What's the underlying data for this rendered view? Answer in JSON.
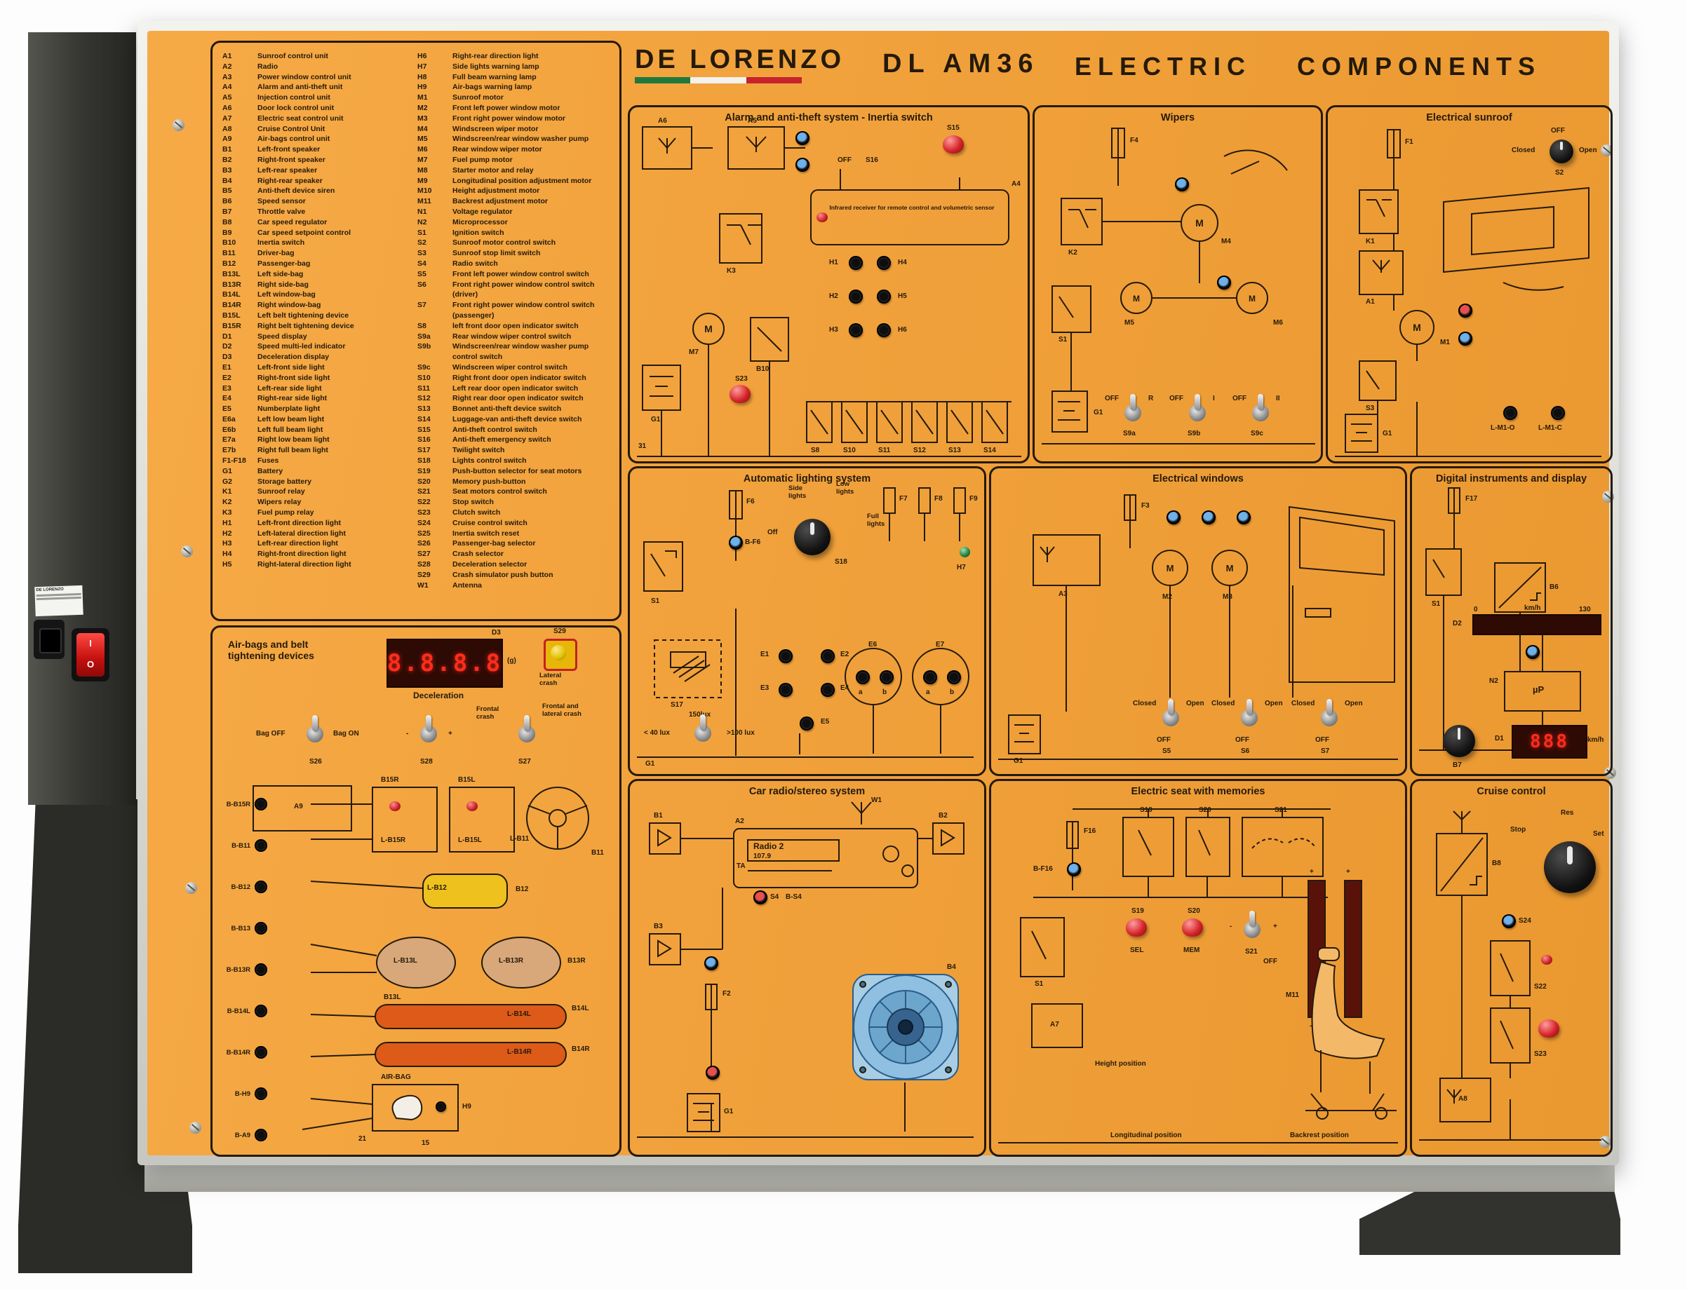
{
  "header": {
    "brand": "DE LORENZO",
    "model": "DL AM36",
    "title": "ELECTRIC COMPONENTS"
  },
  "legend": {
    "left": [
      {
        "code": "A1",
        "desc": "Sunroof control unit"
      },
      {
        "code": "A2",
        "desc": "Radio"
      },
      {
        "code": "A3",
        "desc": "Power window control unit"
      },
      {
        "code": "A4",
        "desc": "Alarm and anti-theft unit"
      },
      {
        "code": "A5",
        "desc": "Injection control unit"
      },
      {
        "code": "A6",
        "desc": "Door lock control unit"
      },
      {
        "code": "A7",
        "desc": "Electric seat control unit"
      },
      {
        "code": "A8",
        "desc": "Cruise Control Unit"
      },
      {
        "code": "A9",
        "desc": "Air-bags control unit"
      },
      {
        "code": "B1",
        "desc": "Left-front speaker"
      },
      {
        "code": "B2",
        "desc": "Right-front speaker"
      },
      {
        "code": "B3",
        "desc": "Left-rear speaker"
      },
      {
        "code": "B4",
        "desc": "Right-rear speaker"
      },
      {
        "code": "B5",
        "desc": "Anti-theft device siren"
      },
      {
        "code": "B6",
        "desc": "Speed sensor"
      },
      {
        "code": "B7",
        "desc": "Throttle valve"
      },
      {
        "code": "B8",
        "desc": "Car speed regulator"
      },
      {
        "code": "B9",
        "desc": "Car speed setpoint control"
      },
      {
        "code": "B10",
        "desc": "Inertia switch"
      },
      {
        "code": "B11",
        "desc": "Driver-bag"
      },
      {
        "code": "B12",
        "desc": "Passenger-bag"
      },
      {
        "code": "B13L",
        "desc": "Left side-bag"
      },
      {
        "code": "B13R",
        "desc": "Right side-bag"
      },
      {
        "code": "B14L",
        "desc": "Left window-bag"
      },
      {
        "code": "B14R",
        "desc": "Right window-bag"
      },
      {
        "code": "B15L",
        "desc": "Left belt tightening device"
      },
      {
        "code": "B15R",
        "desc": "Right belt tightening device"
      },
      {
        "code": "D1",
        "desc": "Speed display"
      },
      {
        "code": "D2",
        "desc": "Speed multi-led indicator"
      },
      {
        "code": "D3",
        "desc": "Deceleration display"
      },
      {
        "code": "E1",
        "desc": "Left-front side light"
      },
      {
        "code": "E2",
        "desc": "Right-front side light"
      },
      {
        "code": "E3",
        "desc": "Left-rear side light"
      },
      {
        "code": "E4",
        "desc": "Right-rear side light"
      },
      {
        "code": "E5",
        "desc": "Numberplate light"
      },
      {
        "code": "E6a",
        "desc": "Left low beam light"
      },
      {
        "code": "E6b",
        "desc": "Left full beam light"
      },
      {
        "code": "E7a",
        "desc": "Right low beam light"
      },
      {
        "code": "E7b",
        "desc": "Right full beam light"
      },
      {
        "code": "F1-F18",
        "desc": "Fuses"
      },
      {
        "code": "G1",
        "desc": "Battery"
      },
      {
        "code": "G2",
        "desc": "Storage battery"
      },
      {
        "code": "K1",
        "desc": "Sunroof relay"
      },
      {
        "code": "K2",
        "desc": "Wipers relay"
      },
      {
        "code": "K3",
        "desc": "Fuel pump relay"
      },
      {
        "code": "H1",
        "desc": "Left-front direction light"
      },
      {
        "code": "H2",
        "desc": "Left-lateral direction light"
      },
      {
        "code": "H3",
        "desc": "Left-rear direction light"
      },
      {
        "code": "H4",
        "desc": "Right-front direction light"
      },
      {
        "code": "H5",
        "desc": "Right-lateral direction light"
      }
    ],
    "right": [
      {
        "code": "H6",
        "desc": "Right-rear direction light"
      },
      {
        "code": "H7",
        "desc": "Side lights warning lamp"
      },
      {
        "code": "H8",
        "desc": "Full beam warning lamp"
      },
      {
        "code": "H9",
        "desc": "Air-bags warning lamp"
      },
      {
        "code": "M1",
        "desc": "Sunroof motor"
      },
      {
        "code": "M2",
        "desc": "Front left power window motor"
      },
      {
        "code": "M3",
        "desc": "Front right power window motor"
      },
      {
        "code": "M4",
        "desc": "Windscreen wiper motor"
      },
      {
        "code": "M5",
        "desc": "Windscreen/rear window washer pump"
      },
      {
        "code": "M6",
        "desc": "Rear window wiper motor"
      },
      {
        "code": "M7",
        "desc": "Fuel pump motor"
      },
      {
        "code": "M8",
        "desc": "Starter motor and relay"
      },
      {
        "code": "M9",
        "desc": "Longitudinal position adjustment motor"
      },
      {
        "code": "M10",
        "desc": "Height adjustment motor"
      },
      {
        "code": "M11",
        "desc": "Backrest adjustment motor"
      },
      {
        "code": "N1",
        "desc": "Voltage regulator"
      },
      {
        "code": "N2",
        "desc": "Microprocessor"
      },
      {
        "code": "S1",
        "desc": "Ignition switch"
      },
      {
        "code": "S2",
        "desc": "Sunroof motor control switch"
      },
      {
        "code": "S3",
        "desc": "Sunroof stop limit switch"
      },
      {
        "code": "S4",
        "desc": "Radio switch"
      },
      {
        "code": "S5",
        "desc": "Front left power window control switch"
      },
      {
        "code": "S6",
        "desc": "Front right power window control switch (driver)"
      },
      {
        "code": "S7",
        "desc": "Front right power window control switch (passenger)"
      },
      {
        "code": "S8",
        "desc": "left front door open indicator switch"
      },
      {
        "code": "S9a",
        "desc": "Rear window wiper control switch"
      },
      {
        "code": "S9b",
        "desc": "Windscreen/rear window washer pump control switch"
      },
      {
        "code": "S9c",
        "desc": "Windscreen wiper control switch"
      },
      {
        "code": "S10",
        "desc": "Right front door open indicator switch"
      },
      {
        "code": "S11",
        "desc": "Left rear door open indicator switch"
      },
      {
        "code": "S12",
        "desc": "Right rear door open indicator switch"
      },
      {
        "code": "S13",
        "desc": "Bonnet anti-theft device switch"
      },
      {
        "code": "S14",
        "desc": "Luggage-van anti-theft device switch"
      },
      {
        "code": "S15",
        "desc": "Anti-theft control switch"
      },
      {
        "code": "S16",
        "desc": "Anti-theft emergency switch"
      },
      {
        "code": "S17",
        "desc": "Twilight switch"
      },
      {
        "code": "S18",
        "desc": "Lights control switch"
      },
      {
        "code": "S19",
        "desc": "Push-button selector for seat motors"
      },
      {
        "code": "S20",
        "desc": "Memory push-button"
      },
      {
        "code": "S21",
        "desc": "Seat motors control switch"
      },
      {
        "code": "S22",
        "desc": "Stop switch"
      },
      {
        "code": "S23",
        "desc": "Clutch switch"
      },
      {
        "code": "S24",
        "desc": "Cruise control switch"
      },
      {
        "code": "S25",
        "desc": "Inertia switch reset"
      },
      {
        "code": "S26",
        "desc": "Passenger-bag selector"
      },
      {
        "code": "S27",
        "desc": "Crash selector"
      },
      {
        "code": "S28",
        "desc": "Deceleration selector"
      },
      {
        "code": "S29",
        "desc": "Crash simulator push button"
      },
      {
        "code": "W1",
        "desc": "Antenna"
      }
    ]
  },
  "airbags": {
    "title": "Air-bags and belt tightening devices",
    "display_value": "8.8.8.8",
    "labels": {
      "d3": "D3",
      "g_unit": "(g)",
      "deceleration": "Deceleration",
      "s29": "S29",
      "lateral": "Lateral crash",
      "bag_off": "Bag OFF",
      "bag_on": "Bag ON",
      "s26": "S26",
      "minus": "-",
      "plus": "+",
      "s28": "S28",
      "frontal": "Frontal crash",
      "frontal_lateral": "Frontal and lateral crash",
      "s27": "S27",
      "a9": "A9",
      "b15r": "B15R",
      "b15l": "B15L",
      "lb15r": "L-B15R",
      "lb15l": "L-B15L",
      "b11": "B11",
      "lb11": "L-B11",
      "b12": "B12",
      "lb12": "L-B12",
      "b13l": "B13L",
      "lb13l": "L-B13L",
      "b13r": "B13R",
      "lb13r": "L-B13R",
      "b14l": "B14L",
      "lb14l": "L-B14L",
      "b14r": "B14R",
      "lb14r": "L-B14R",
      "airbag": "AIR-BAG",
      "h9": "H9",
      "t21": "21",
      "t15": "15"
    },
    "jacks": [
      {
        "code": "B-B15R"
      },
      {
        "code": "B-B11"
      },
      {
        "code": "B-B12"
      },
      {
        "code": "B-B13"
      },
      {
        "code": "B-B13R"
      },
      {
        "code": "B-B14L"
      },
      {
        "code": "B-B14R"
      },
      {
        "code": "B-H9"
      },
      {
        "code": "B-A9"
      }
    ]
  },
  "sections": {
    "alarm": {
      "title": "Alarm and anti-theft system - Inertia switch",
      "labels": {
        "a6": "A6",
        "a5": "A5",
        "a4": "A4",
        "s15": "S15",
        "off": "OFF",
        "s16": "S16",
        "k3": "K3",
        "m": "M",
        "m7": "M7",
        "b10": "B10",
        "s23": "S23",
        "g1": "G1",
        "gnd": "31",
        "h1": "H1",
        "h2": "H2",
        "h3": "H3",
        "h4": "H4",
        "h5": "H5",
        "h6": "H6",
        "s8": "S8",
        "s10": "S10",
        "s11": "S11",
        "s12": "S12",
        "s13": "S13",
        "s14": "S14",
        "infrared": "Infrared receiver for remote control and volumetric sensor"
      }
    },
    "wipers": {
      "title": "Wipers",
      "labels": {
        "f4": "F4",
        "k2": "K2",
        "s1": "S1",
        "g1": "G1",
        "m": "M",
        "m4": "M4",
        "m5": "M5",
        "m6": "M6",
        "off": "OFF",
        "r": "R",
        "i": "I",
        "ii": "II",
        "s9a": "S9a",
        "s9b": "S9b",
        "s9c": "S9c"
      }
    },
    "sunroof": {
      "title": "Electrical sunroof",
      "labels": {
        "f1": "F1",
        "off": "OFF",
        "closed": "Closed",
        "open": "Open",
        "s2": "S2",
        "k1": "K1",
        "a1": "A1",
        "m": "M",
        "m1": "M1",
        "s3": "S3",
        "g1": "G1",
        "lm1o": "L-M1-O",
        "lm1c": "L-M1-C"
      }
    },
    "lighting": {
      "title": "Automatic lighting system",
      "labels": {
        "s1": "S1",
        "f6": "F6",
        "bf6": "B-F6",
        "off": "Off",
        "side": "Side lights",
        "low": "Low lights",
        "full": "Full lights",
        "s18": "S18",
        "f7": "F7",
        "f8": "F8",
        "f9": "F9",
        "h7": "H7",
        "s17": "S17",
        "lux_mid": "150lux",
        "lux_lo": "< 40 lux",
        "lux_hi": ">100 lux",
        "e1": "E1",
        "e2": "E2",
        "e3": "E3",
        "e4": "E4",
        "e5": "E5",
        "e6": "E6",
        "e7": "E7",
        "a": "a",
        "b": "b",
        "g1": "G1"
      }
    },
    "windows": {
      "title": "Electrical windows",
      "labels": {
        "a3": "A3",
        "f3": "F3",
        "m": "M",
        "m2": "M2",
        "m3": "M3",
        "closed": "Closed",
        "open": "Open",
        "off": "OFF",
        "s5": "S5",
        "s6": "S6",
        "s7": "S7",
        "g1": "G1"
      }
    },
    "digital": {
      "title": "Digital instruments and display",
      "d1_value": "888",
      "labels": {
        "f17": "F17",
        "s1": "S1",
        "b6": "B6",
        "d2": "D2",
        "zero": "0",
        "kmh": "km/h",
        "v130": "130",
        "n2": "N2",
        "up": "µP",
        "d1": "D1",
        "b7": "B7"
      }
    },
    "radio": {
      "title": "Car radio/stereo system",
      "display_line1": "Radio 2",
      "display_line2": "107.9",
      "labels": {
        "w1": "W1",
        "b1": "B1",
        "b2": "B2",
        "b3": "B3",
        "b4": "B4",
        "a2": "A2",
        "ta": "TA",
        "s4": "S4",
        "bs4": "B-S4",
        "f2": "F2",
        "g1": "G1"
      }
    },
    "seat": {
      "title": "Electric seat with memories",
      "labels": {
        "f16": "F16",
        "bf16": "B-F16",
        "s19": "S19",
        "s20": "S20",
        "s21": "S21",
        "s1": "S1",
        "sel": "SEL",
        "mem": "MEM",
        "off": "OFF",
        "minus": "-",
        "plus": "+",
        "a7": "A7",
        "m11": "M11",
        "height": "Height position",
        "longitudinal": "Longitudinal position",
        "backrest": "Backrest position"
      }
    },
    "cruise": {
      "title": "Cruise control",
      "labels": {
        "b8": "B8",
        "stop": "Stop",
        "res": "Res",
        "set": "Set",
        "s24": "S24",
        "s22": "S22",
        "s23": "S23",
        "a8": "A8"
      }
    }
  },
  "device": {
    "side_brand": "DE LORENZO",
    "power_on": "I",
    "power_off": "O"
  }
}
